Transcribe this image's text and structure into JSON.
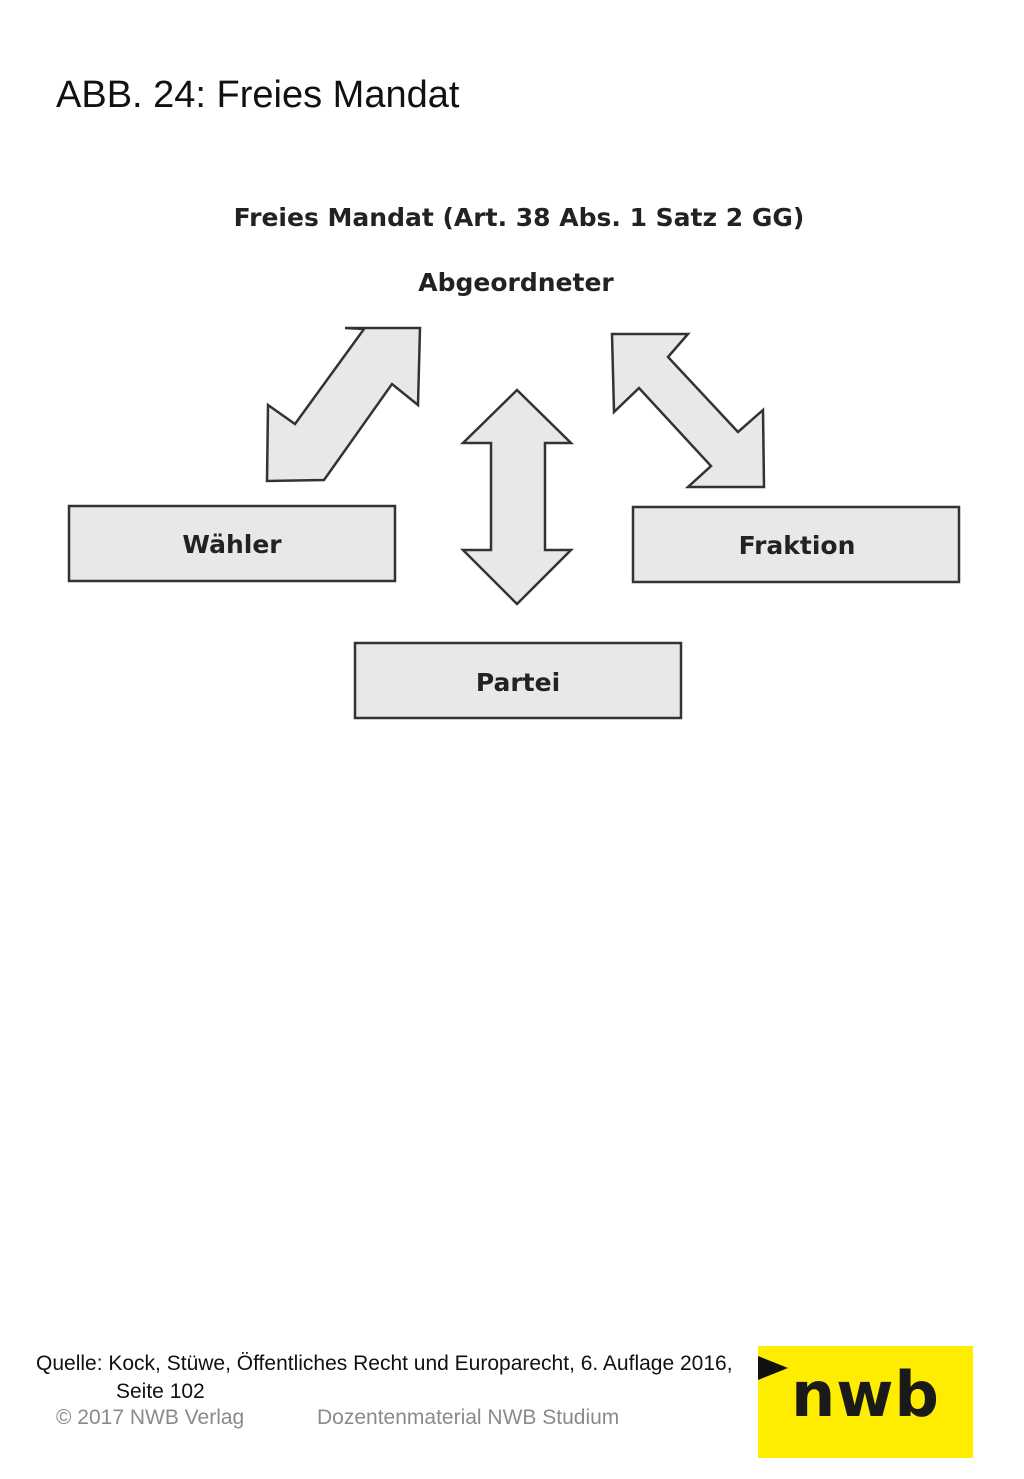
{
  "slide": {
    "title": "ABB. 24: Freies Mandat"
  },
  "diagram": {
    "heading": "Freies Mandat (Art. 38 Abs. 1 Satz 2 GG)",
    "center_label": "Abgeordneter",
    "nodes": {
      "left": "Wähler",
      "right": "Fraktion",
      "bottom": "Partei"
    },
    "colors": {
      "box_fill": "#e8e8e8",
      "stroke": "#333333"
    }
  },
  "footer": {
    "source_line1": "Quelle: Kock, Stüwe, Öffentliches Recht und Europarecht, 6. Auflage 2016,",
    "source_line2": "Seite 102",
    "copyright": "© 2017 NWB Verlag",
    "material": "Dozentenmaterial NWB Studium"
  },
  "logo": {
    "text": "nwb",
    "color": "#ffed00",
    "icon": "play-arrow-icon"
  }
}
